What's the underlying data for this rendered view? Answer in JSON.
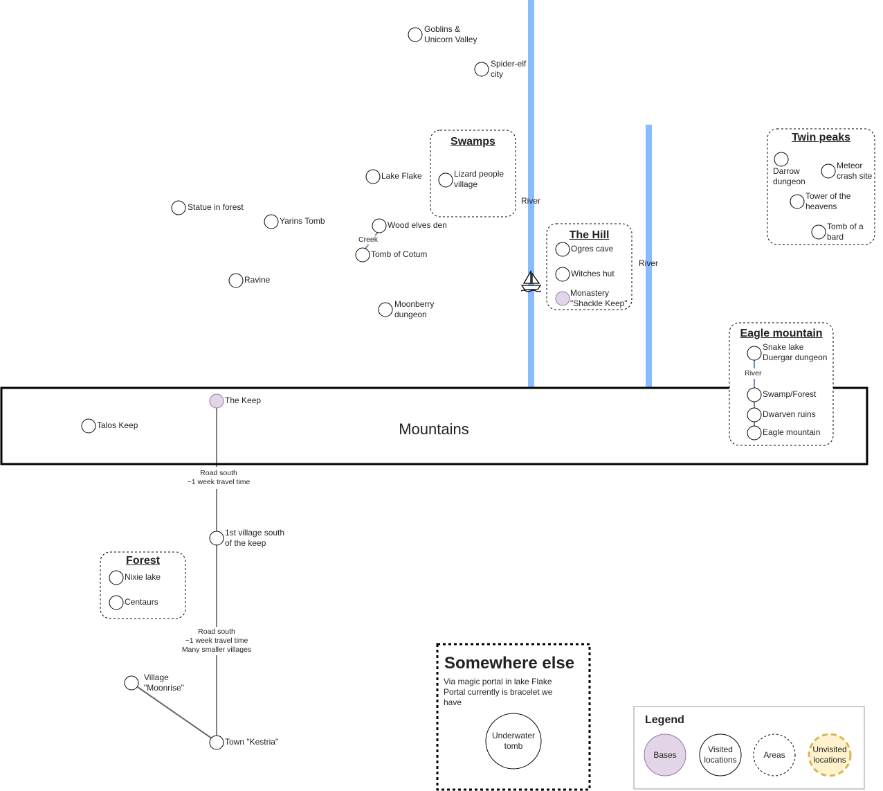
{
  "mountains": {
    "label": "Mountains"
  },
  "rivers": {
    "left": "River",
    "right": "River"
  },
  "creek": "Creek",
  "roads": {
    "north": "Road south\n~1 week travel time",
    "south": "Road south\n~1 week travel time\nMany smaller villages"
  },
  "locations": {
    "goblins": "Goblins &\nUnicorn Valley",
    "spider_elf": "Spider-elf\ncity",
    "lake_flake": "Lake Flake",
    "statue": "Statue in forest",
    "yarins": "Yarins Tomb",
    "wood_elves": "Wood elves den",
    "tomb_cotum": "Tomb of Cotum",
    "ravine": "Ravine",
    "moonberry": "Moonberry\ndungeon",
    "the_keep": "The Keep",
    "talos": "Talos Keep",
    "first_village": "1st village south\nof the keep",
    "village_moonrise": "Village\n\"Moonrise\"",
    "town_kestria": "Town \"Kestria\""
  },
  "areas": {
    "swamps": {
      "title": "Swamps",
      "items": [
        "Lizard people\nvillage"
      ]
    },
    "the_hill": {
      "title": "The Hill",
      "items": [
        "Ogres cave",
        "Witches hut",
        "Monastery\n\"Shackle Keep\""
      ]
    },
    "twin_peaks": {
      "title": "Twin peaks",
      "items": [
        "Darrow\ndungeon",
        "Meteor\ncrash site",
        "Tower of the\nheavens",
        "Tomb of a\nbard"
      ]
    },
    "eagle_mountain": {
      "title": "Eagle mountain",
      "items": [
        "Snake lake\nDuergar dungeon",
        "Swamp/Forest",
        "Dwarven ruins",
        "Eagle mountain"
      ],
      "river": "River"
    },
    "forest": {
      "title": "Forest",
      "items": [
        "Nixie lake",
        "Centaurs"
      ]
    }
  },
  "somewhere_else": {
    "title": "Somewhere else",
    "description": "Via magic portal in lake Flake\nPortal currently is bracelet we\nhave",
    "location": "Underwater\ntomb"
  },
  "legend": {
    "title": "Legend",
    "items": [
      "Bases",
      "Visited\nlocations",
      "Areas",
      "Unvisited\nlocations"
    ]
  },
  "colors": {
    "river": "#87bcff",
    "base": "#e1d5e7",
    "unvisited": "#fff2cc",
    "unvisited_border": "#d6b656"
  },
  "icons": {
    "boat": "sailboat-icon"
  }
}
